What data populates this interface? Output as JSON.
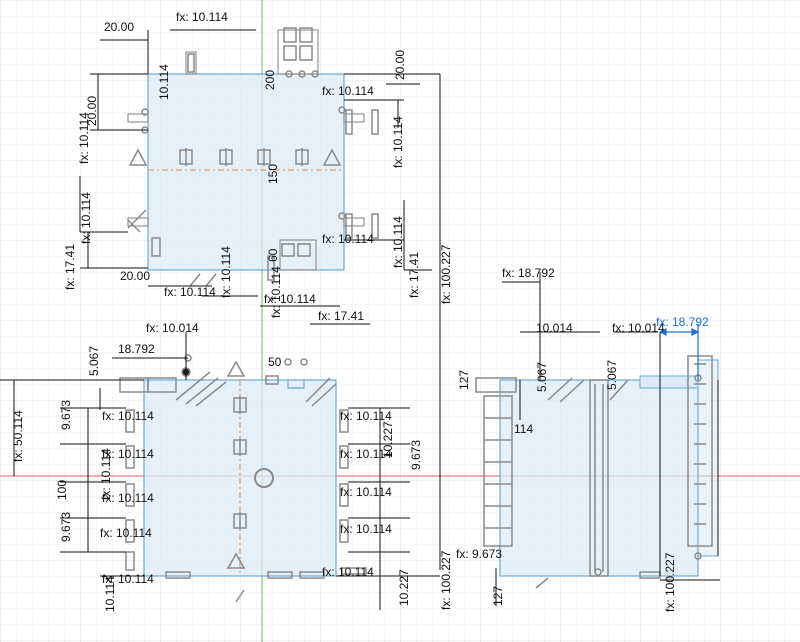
{
  "sketch": {
    "colors": {
      "background": "#ffffff",
      "grid_minor": "#eef0f2",
      "grid_major": "#dfe3e8",
      "profile_fill": "#dcebf7",
      "profile_stroke": "#6aa9d8",
      "dimension_line": "#111111",
      "constraint_icon": "#7f7f7f",
      "axis_red": "#e05a5a",
      "axis_green": "#5bbf5b",
      "centerline": "#e8873a",
      "selected_dimension": "#1e6fd0"
    },
    "top_sketch": {
      "dims": {
        "w_top_left": "20.00",
        "fx_top": "fx: 10.114",
        "h_left": "20.00",
        "fx_left_top": "fx: 10.114",
        "fx_left_vert_top": "10.114",
        "label_200": "200",
        "w_top_right": "20.00",
        "fx_right_top": "fx: 10.114",
        "fx_right_vert_top": "fx: 10.114",
        "label_150": "150",
        "fx_left_mid": "fx: 10.114",
        "fx_right_mid": "fx: 10.114",
        "fx_right_vert_mid": "fx: 10.114",
        "fx_left_bottom": "fx: 17.41",
        "w_bottom_left": "20.00",
        "fx_bottom_a": "fx: 10.114",
        "fx_bottom_b": "fx: 10.114",
        "fx_bottom_c": "fx: 10.114",
        "label_60": "60",
        "fx_bottom_d": "fx: 10.114",
        "fx_right_bottom": "fx: 17.41",
        "fx_bottom_right": "fx: 17.41",
        "fx_overall_height": "fx: 100.227"
      }
    },
    "left_sketch": {
      "dims": {
        "fx_top": "fx: 10.014",
        "w_18792": "18.792",
        "v_5067": "5.067",
        "label_50": "50",
        "fx_overall": "fx: 50.114",
        "v_9673_a": "9.673",
        "v_9673_b": "9.673",
        "fx_l1": "fx: 10.114",
        "fx_l2": "fx: 10.114",
        "fx_l3": "fx: 10.114",
        "fx_l4": "fx: 10.114",
        "fx_l5": "fx: 10.114",
        "fx_l6": "fx: 10.114",
        "fx_r1": "fx: 10.114",
        "fx_r2": "fx: 10.114",
        "fx_r3": "fx: 10.114",
        "fx_r4": "fx: 10.114",
        "fx_r5": "fx: 10.114",
        "v_10227_a": "10.227",
        "v_10227_b": "10.227",
        "v_9673_c": "9.673",
        "fx_height": "fx: 100.227",
        "v_10114": "10.114",
        "label_100": "100"
      }
    },
    "right_sketch": {
      "dims": {
        "fx_18792": "fx: 18.792",
        "v_10014": "10.014",
        "fx_10014": "fx: 10.014",
        "fx_18792_sel": "fx: 18.792",
        "v_5067_a": "5.067",
        "v_5067_b": "5.067",
        "v_127_a": "127",
        "v_114": "114",
        "fx_9673": "fx: 9.673",
        "v_127_b": "127",
        "fx_height": "fx: 100.227"
      }
    }
  }
}
